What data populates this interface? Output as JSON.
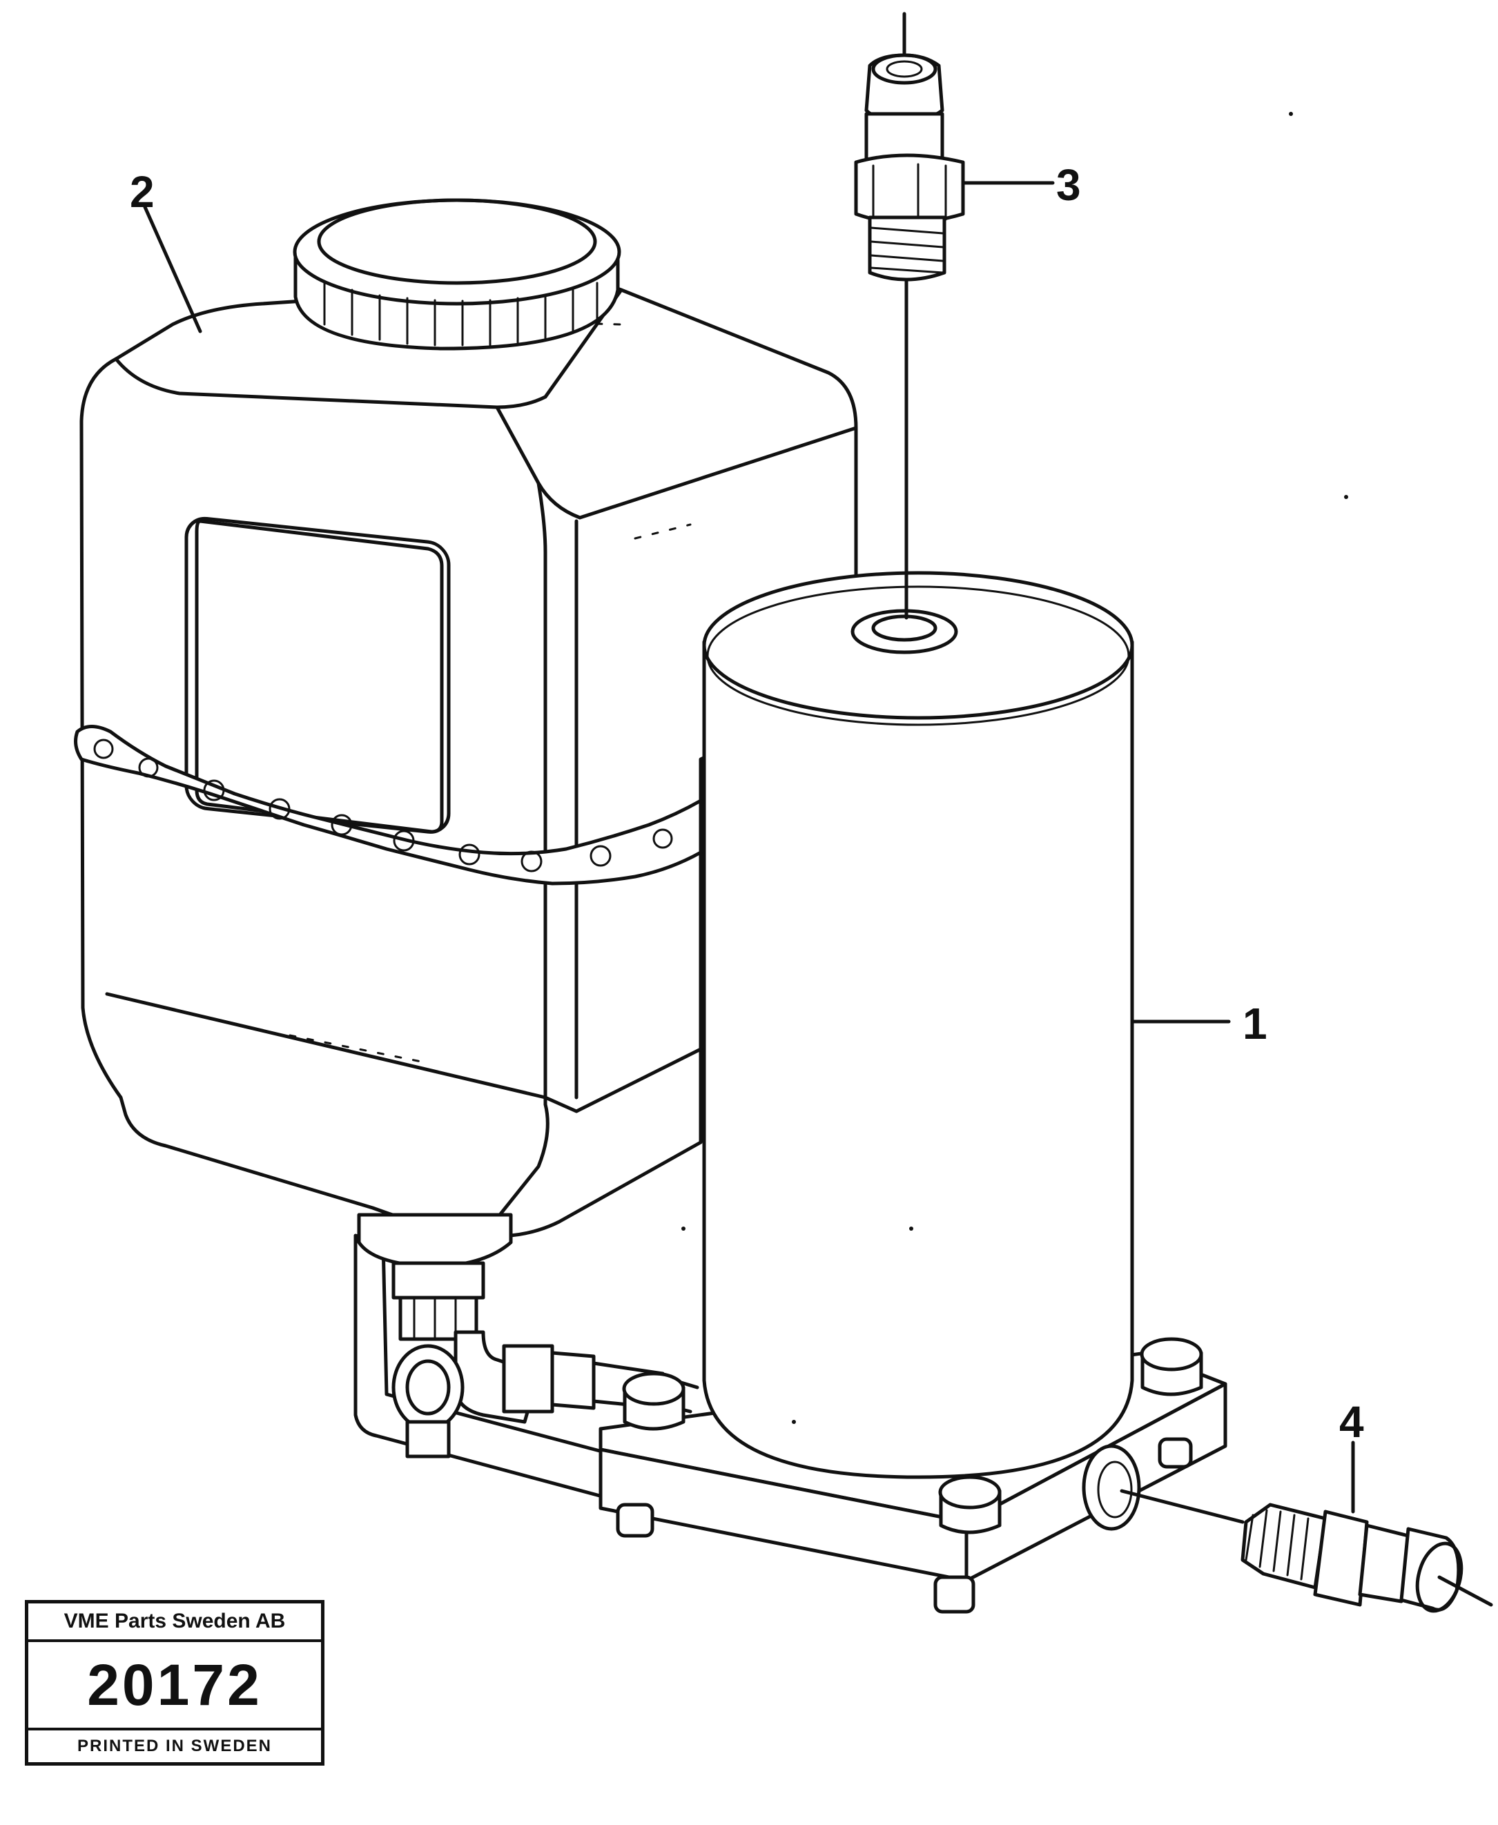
{
  "callouts": [
    {
      "id": "1",
      "label": "1"
    },
    {
      "id": "2",
      "label": "2"
    },
    {
      "id": "3",
      "label": "3"
    },
    {
      "id": "4",
      "label": "4"
    }
  ],
  "stamp": {
    "company": "VME Parts Sweden AB",
    "drawing_number": "20172",
    "printed": "PRINTED IN SWEDEN"
  }
}
